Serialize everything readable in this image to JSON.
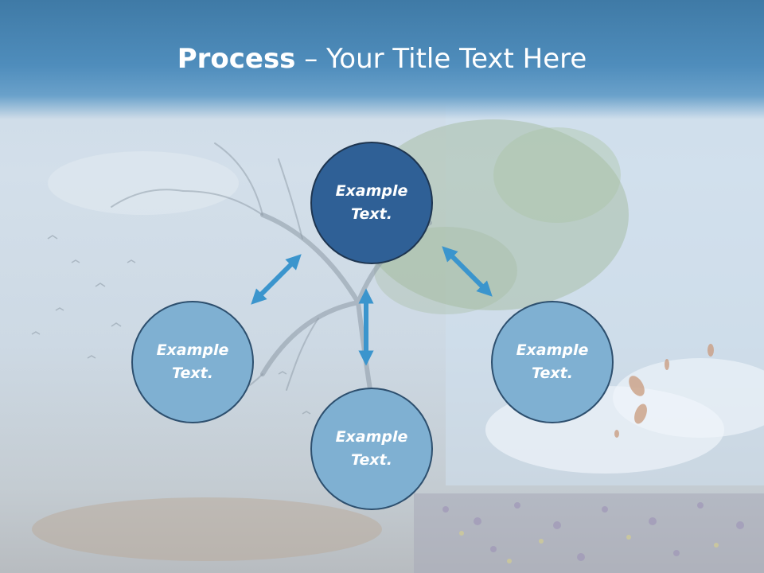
{
  "header": {
    "title_bold": "Process",
    "title_rest": " – Your Title Text Here"
  },
  "diagram": {
    "nodes": [
      {
        "id": "top",
        "line1": "Example",
        "line2": "Text."
      },
      {
        "id": "left",
        "line1": "Example",
        "line2": "Text."
      },
      {
        "id": "bottom",
        "line1": "Example",
        "line2": "Text."
      },
      {
        "id": "right",
        "line1": "Example",
        "line2": "Text."
      }
    ],
    "colors": {
      "highlight_node": "#2f6096",
      "node": "#7fb0d2",
      "arrow": "#3b95cd",
      "header": "#4f8dbc"
    }
  }
}
